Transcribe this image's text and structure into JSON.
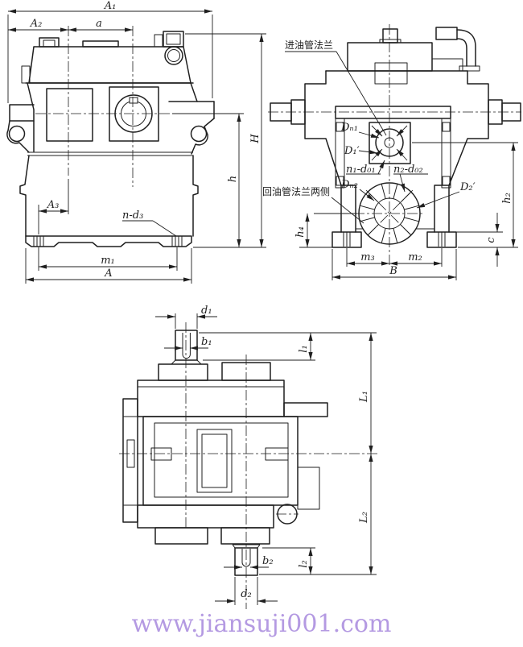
{
  "colors": {
    "line": "#1f1f1f",
    "watermark": "#b49ae2"
  },
  "watermark": {
    "text": "www.jiansuji001.com"
  },
  "front_view": {
    "dims": {
      "A1": "A₁",
      "A2": "A₂",
      "a": "a",
      "H": "H",
      "h": "h",
      "A3": "A₃",
      "n_d3": "n-d₃",
      "m1": "m₁",
      "A": "A"
    }
  },
  "side_view": {
    "annotations": {
      "inlet_flange": "进油管法兰",
      "return_flange": "回油管法兰两侧"
    },
    "dims": {
      "DN1": "Dₙ₁",
      "D1_prime": "D₁′",
      "n1_d01": "n₁-d₀₁",
      "n2_d02": "n₂-d₀₂",
      "DN2": "Dₙ₂",
      "D2_prime": "D₂′",
      "h2": "h₂",
      "h4": "h₄",
      "c": "c",
      "m3": "m₃",
      "m2": "m₂",
      "B": "B"
    }
  },
  "top_view": {
    "dims": {
      "d1": "d₁",
      "b1": "b₁",
      "l1": "l₁",
      "L1": "L₁",
      "L2": "L₂",
      "l2": "l₂",
      "b2": "b₂",
      "d2": "d₂"
    }
  }
}
